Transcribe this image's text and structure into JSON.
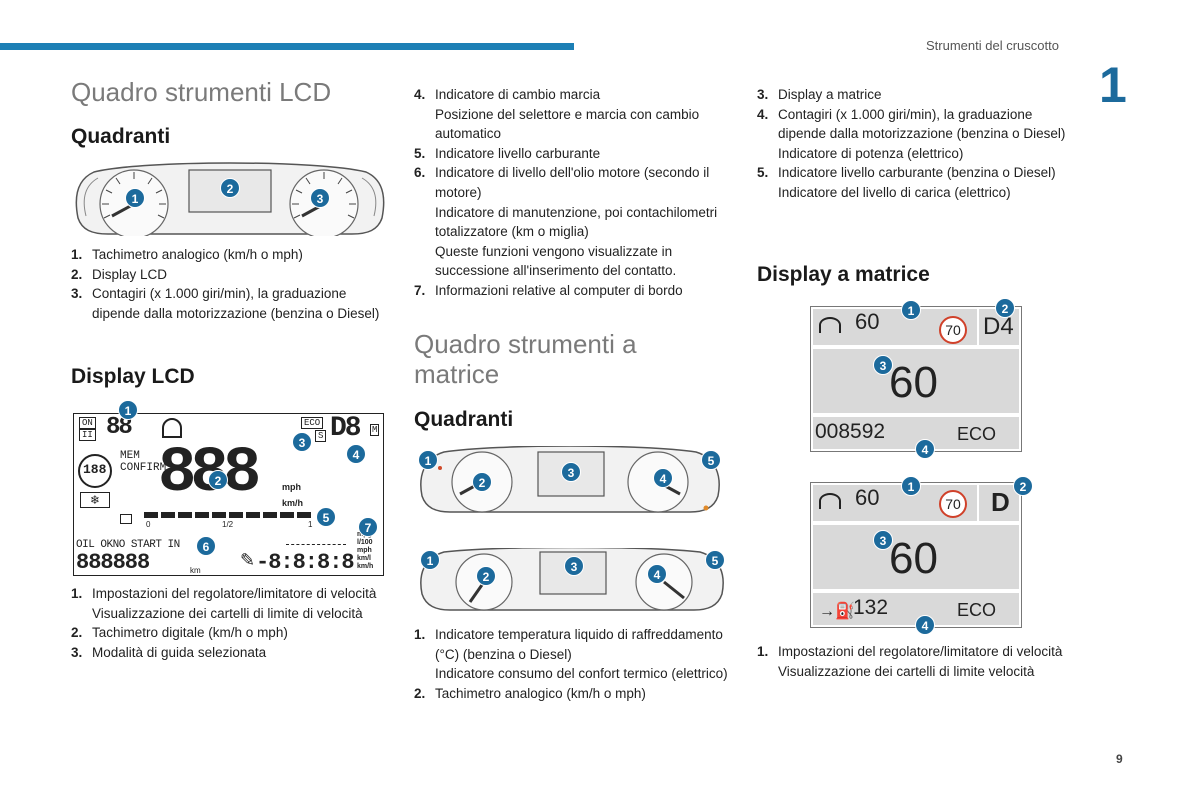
{
  "header": {
    "section_title": "Strumenti del cruscotto",
    "chapter": "1",
    "page": "9"
  },
  "col1": {
    "title": "Quadro strumenti LCD",
    "quadranti_heading": "Quadranti",
    "quadranti_items": [
      {
        "n": "1.",
        "lines": [
          "Tachimetro analogico (km/h o mph)"
        ]
      },
      {
        "n": "2.",
        "lines": [
          "Display LCD"
        ]
      },
      {
        "n": "3.",
        "lines": [
          "Contagiri (x 1.000 giri/min), la graduazione dipende dalla motorizzazione (benzina o Diesel)"
        ]
      }
    ],
    "display_heading": "Display LCD",
    "display_items": [
      {
        "n": "1.",
        "lines": [
          "Impostazioni del regolatore/limitatore di velocità",
          "Visualizzazione dei cartelli di limite di velocità"
        ]
      },
      {
        "n": "2.",
        "lines": [
          "Tachimetro digitale (km/h o mph)"
        ]
      },
      {
        "n": "3.",
        "lines": [
          "Modalità di guida selezionata"
        ]
      }
    ],
    "lcd": {
      "on": "ON",
      "pause": "II",
      "eco": "ECO",
      "s": "S",
      "gear": "D8",
      "mode": "M",
      "mem": "MEM",
      "confirm": "CONFIRM",
      "speed": "888",
      "unit_mph": "mph",
      "unit_kmh": "km/h",
      "gauge_marks": [
        "0",
        "1/2",
        "1"
      ],
      "oil_line": "OIL OKNO START IN",
      "odometer": "888888",
      "odo_unit": "km",
      "trip": "-8:8:8:8",
      "cons_units": [
        "mpg",
        "l/100",
        "mph",
        "km/l",
        "km/h"
      ],
      "left_small": "188",
      "top_small": "88"
    }
  },
  "col2": {
    "items_top": [
      {
        "n": "4.",
        "lines": [
          "Indicatore di cambio marcia",
          "Posizione del selettore e marcia con cambio automatico"
        ]
      },
      {
        "n": "5.",
        "lines": [
          "Indicatore livello carburante"
        ]
      },
      {
        "n": "6.",
        "lines": [
          "Indicatore di livello dell'olio motore (secondo il motore)",
          "Indicatore di manutenzione, poi contachilometri totalizzatore (km o miglia)",
          "Queste funzioni vengono visualizzate in successione all'inserimento del contatto."
        ]
      },
      {
        "n": "7.",
        "lines": [
          "Informazioni relative al computer di bordo"
        ]
      }
    ],
    "title": "Quadro strumenti a matrice",
    "quadranti_heading": "Quadranti",
    "items_bottom": [
      {
        "n": "1.",
        "lines": [
          "Indicatore temperatura liquido di raffreddamento (°C) (benzina o Diesel)",
          "Indicatore consumo del confort termico (elettrico)"
        ]
      },
      {
        "n": "2.",
        "lines": [
          "Tachimetro analogico (km/h o mph)"
        ]
      }
    ]
  },
  "col3": {
    "items_top": [
      {
        "n": "3.",
        "lines": [
          "Display a matrice"
        ]
      },
      {
        "n": "4.",
        "lines": [
          "Contagiri (x 1.000 giri/min), la graduazione dipende dalla motorizzazione (benzina o Diesel)",
          "Indicatore di potenza (elettrico)"
        ]
      },
      {
        "n": "5.",
        "lines": [
          "Indicatore livello carburante (benzina o Diesel)",
          "Indicatore del livello di carica (elettrico)"
        ]
      }
    ],
    "matrix_heading": "Display a matrice",
    "matrix1": {
      "set_speed": "60",
      "limit": "70",
      "gear": "D4",
      "speed": "60",
      "odometer": "008592",
      "mode": "ECO"
    },
    "matrix2": {
      "set_speed": "60",
      "limit": "70",
      "gear": "D",
      "speed": "60",
      "range": "132",
      "mode": "ECO"
    },
    "items_bottom": [
      {
        "n": "1.",
        "lines": [
          "Impostazioni del regolatore/limitatore di velocità",
          "Visualizzazione dei cartelli di limite velocità"
        ]
      }
    ]
  },
  "colors": {
    "accent": "#1c7fb5",
    "badge": "#1c6a9c",
    "lcd_bg": "#d9d9d9"
  }
}
